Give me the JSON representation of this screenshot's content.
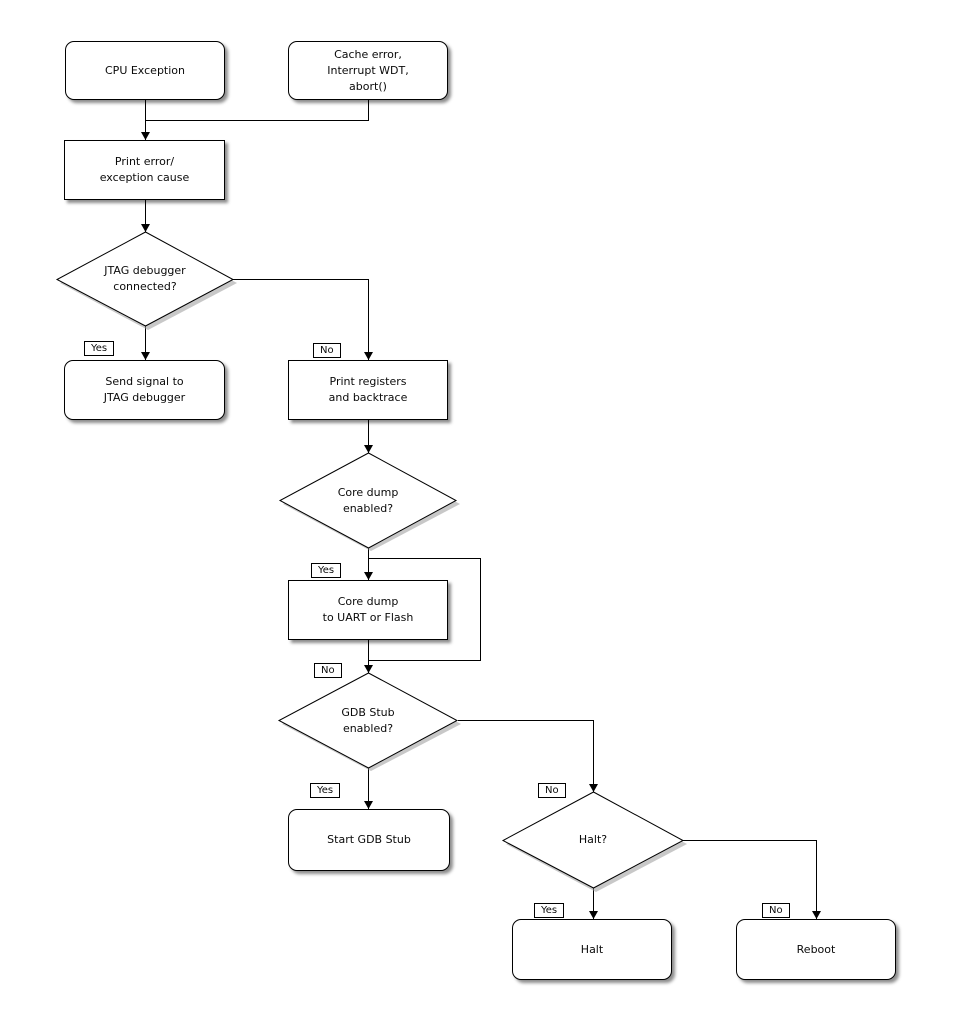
{
  "diagram": {
    "colors": {
      "background": "#ffffff",
      "line": "#000000",
      "node_fill": "#ffffff",
      "node_border": "#000000",
      "shadow": "#999999"
    },
    "nodes": {
      "cpu_exception": {
        "label": "CPU Exception"
      },
      "cache_error": {
        "label": "Cache error,\nInterrupt WDT,\nabort()"
      },
      "print_error": {
        "label": "Print error/\nexception cause"
      },
      "jtag_debugger": {
        "label": "JTAG debugger\nconnected?"
      },
      "send_signal": {
        "label": "Send signal to\nJTAG debugger"
      },
      "print_registers": {
        "label": "Print registers\nand backtrace"
      },
      "core_dump_enabled": {
        "label": "Core dump\nenabled?"
      },
      "core_dump": {
        "label": "Core dump\nto UART or Flash"
      },
      "gdb_stub_enabled": {
        "label": "GDB Stub\nenabled?"
      },
      "start_gdb_stub": {
        "label": "Start GDB Stub"
      },
      "halt_question": {
        "label": "Halt?"
      },
      "halt": {
        "label": "Halt"
      },
      "reboot": {
        "label": "Reboot"
      }
    },
    "edge_labels": {
      "yes": "Yes",
      "no": "No"
    }
  }
}
